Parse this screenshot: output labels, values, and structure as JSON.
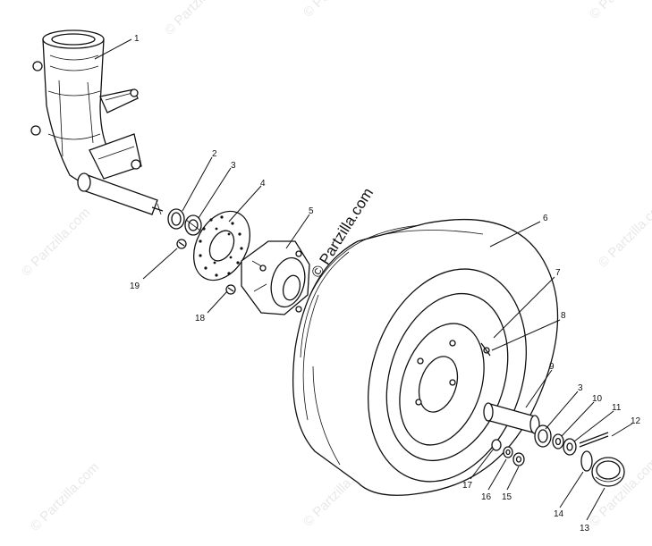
{
  "watermark": {
    "center": "© Partzilla.com",
    "corner": "© Partzilla.com"
  },
  "callouts": [
    "1",
    "2",
    "3",
    "4",
    "5",
    "6",
    "7",
    "8",
    "9",
    "3",
    "10",
    "11",
    "12",
    "13",
    "14",
    "15",
    "16",
    "17",
    "18",
    "19"
  ]
}
